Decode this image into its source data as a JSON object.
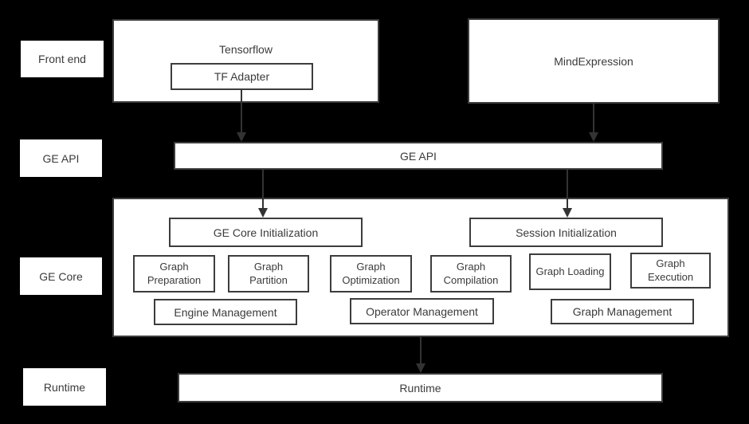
{
  "palette": {
    "background": "#000000",
    "box_fill": "#ffffff",
    "box_border": "#3d3d3d",
    "text": "#3b3b3b",
    "arrow": "#333333"
  },
  "row_labels": {
    "front_end": "Front end",
    "ge_api": "GE API",
    "ge_core": "GE Core",
    "runtime": "Runtime"
  },
  "front_end": {
    "tensorflow": "Tensorflow",
    "tf_adapter": "TF Adapter",
    "mindexpression": "MindExpression"
  },
  "ge_api_bar": "GE API",
  "ge_core": {
    "ge_core_initialization": "GE Core Initialization",
    "session_initialization": "Session Initialization",
    "modules": [
      "Graph Preparation",
      "Graph Partition",
      "Graph Optimization",
      "Graph Compilation",
      "Graph Loading",
      "Graph Execution"
    ],
    "management": [
      "Engine Management",
      "Operator Management",
      "Graph Management"
    ]
  },
  "runtime_bar": "Runtime"
}
